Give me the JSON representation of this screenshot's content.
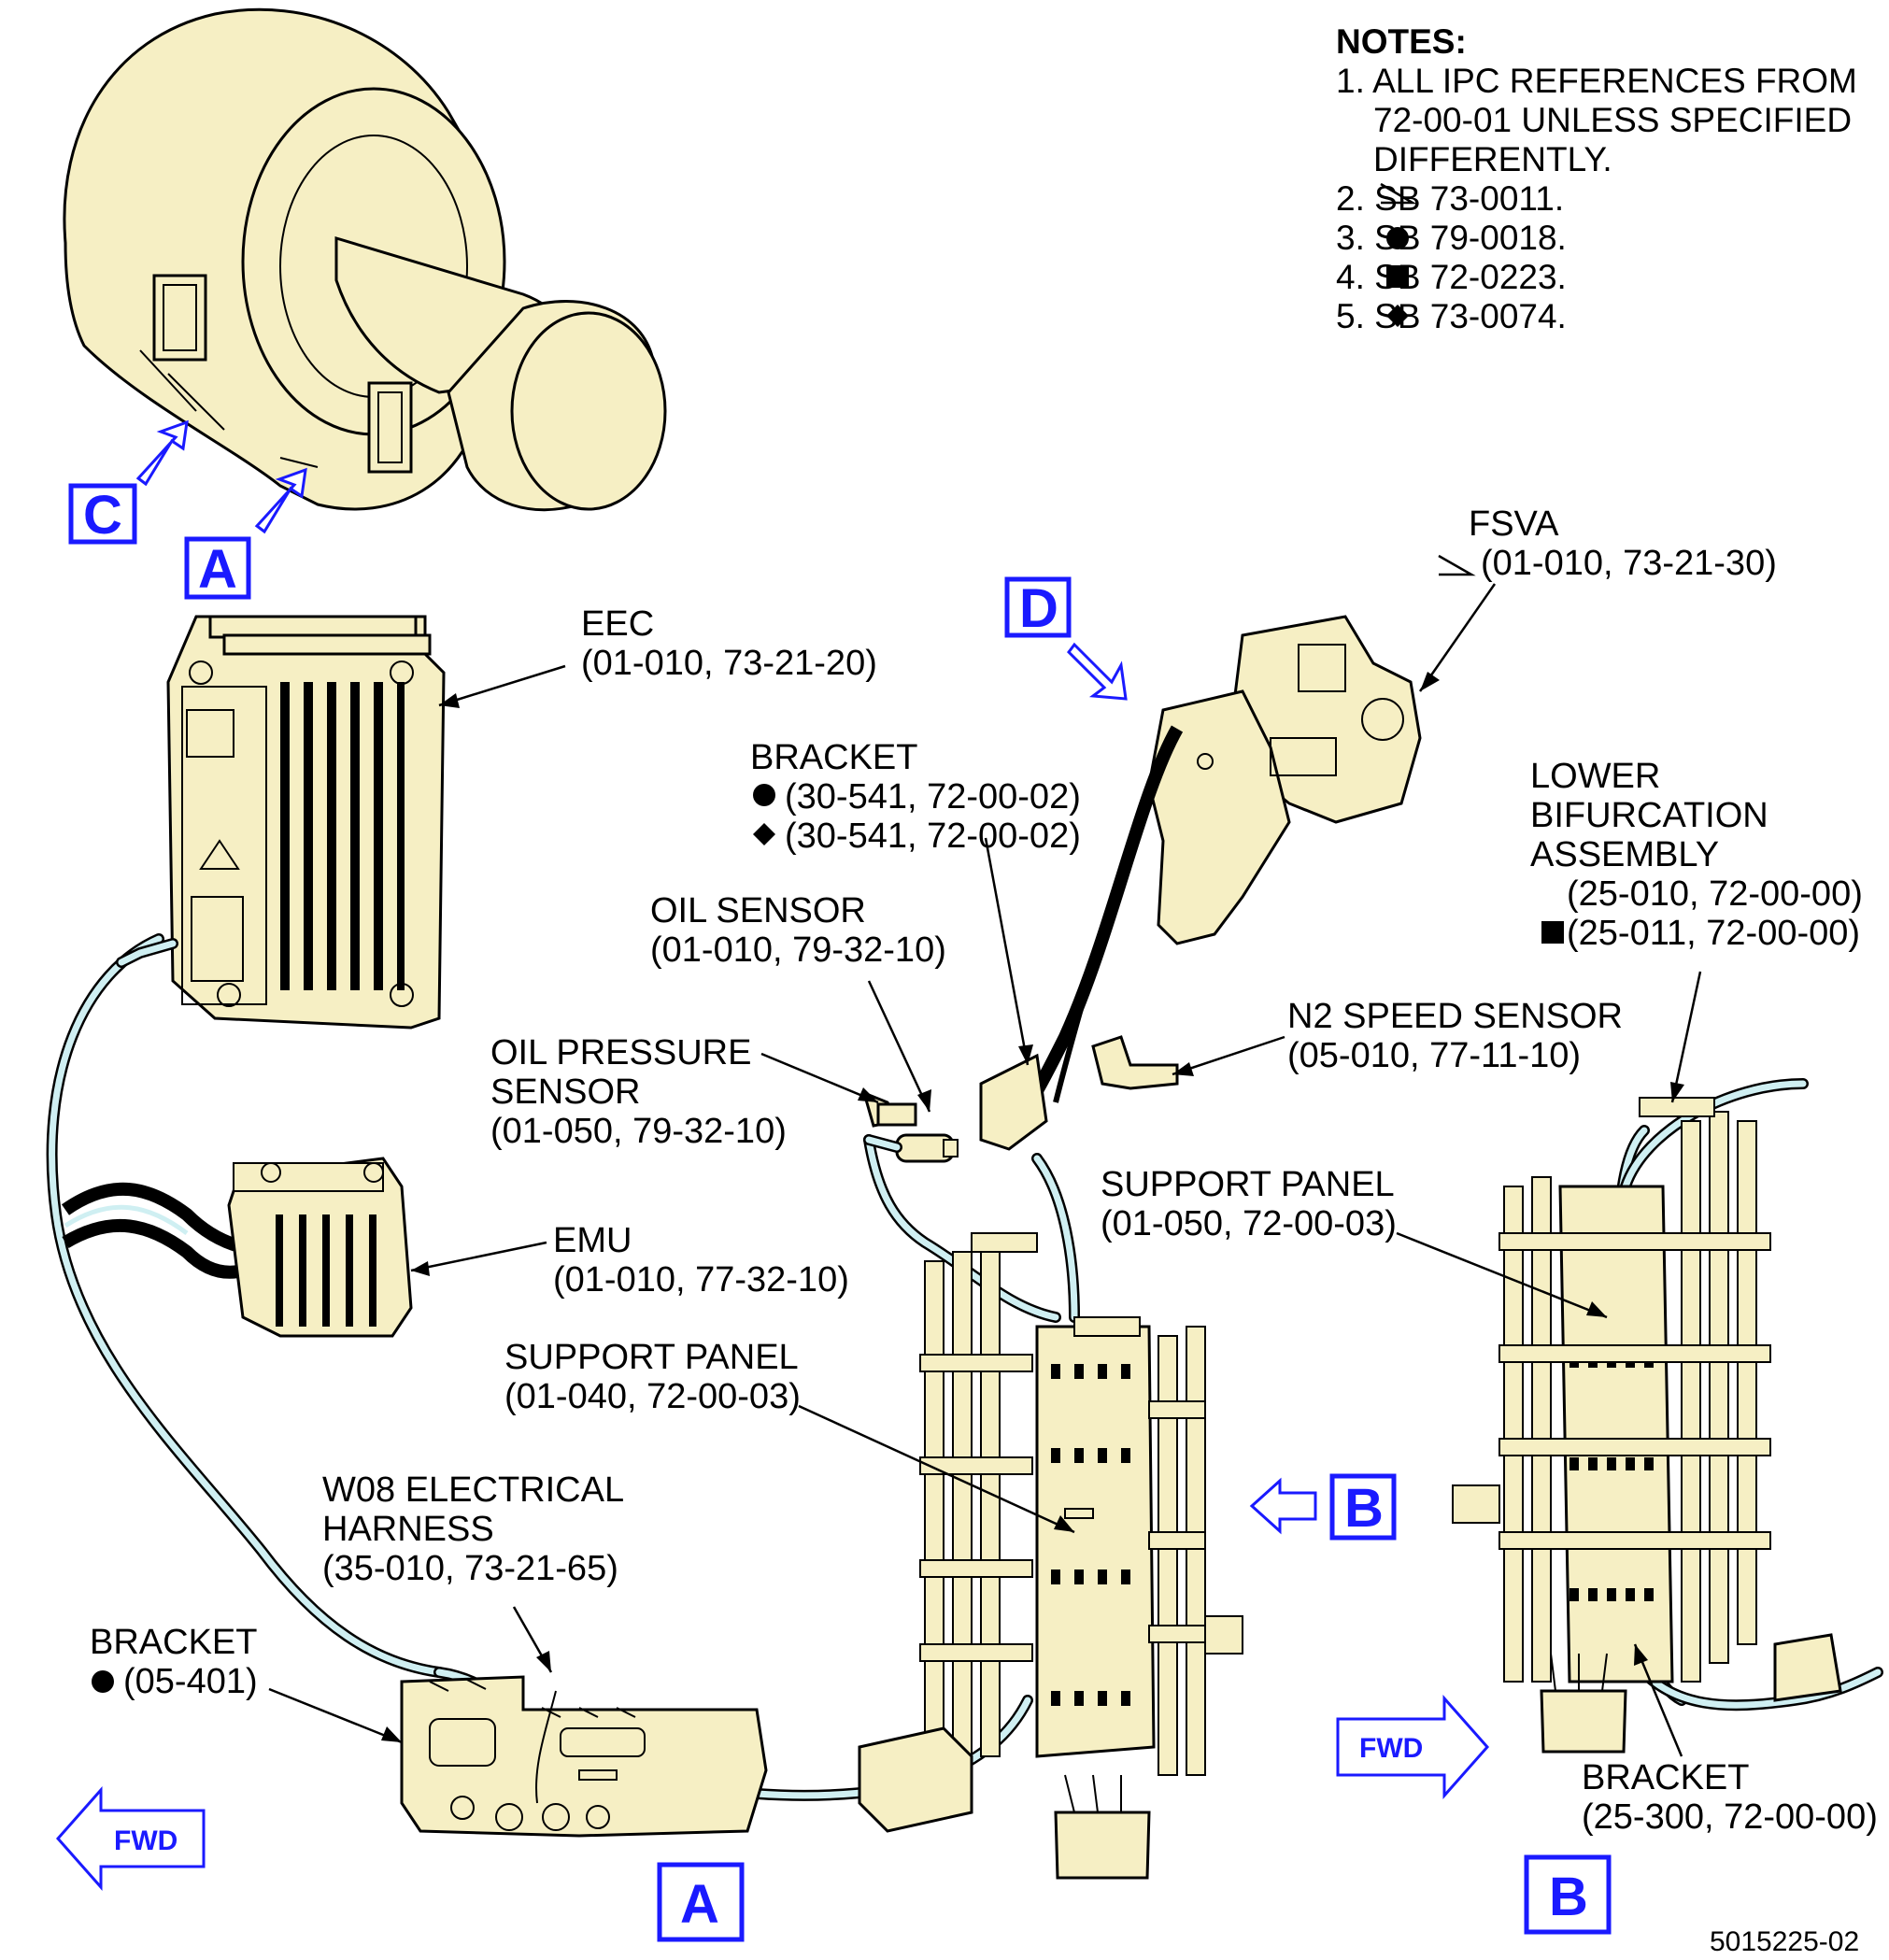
{
  "notes": {
    "title": "NOTES:",
    "lines": [
      "1. ALL IPC REFERENCES FROM",
      "72-00-01 UNLESS SPECIFIED",
      "DIFFERENTLY.",
      "2.   SB 73-0011.",
      "3.   SB 79-0018.",
      "4.   SB 72-0223.",
      "5.   SB 73-0074."
    ],
    "symbols": [
      "triangle-flag-icon",
      "circle-icon",
      "square-icon",
      "diamond-icon"
    ]
  },
  "labels": {
    "eec": [
      "EEC",
      "(01-010, 73-21-20)"
    ],
    "emu": [
      "EMU",
      "(01-010, 77-32-10)"
    ],
    "bracket_top": [
      "BRACKET",
      "(30-541, 72-00-02)",
      "(30-541, 72-00-02)"
    ],
    "oil_sensor": [
      "OIL SENSOR",
      "(01-010, 79-32-10)"
    ],
    "oil_pressure_sensor": [
      "OIL PRESSURE",
      "SENSOR",
      "(01-050, 79-32-10)"
    ],
    "fsva": [
      "FSVA",
      "(01-010, 73-21-30)"
    ],
    "lower_bifurcation": [
      "LOWER",
      "BIFURCATION",
      "ASSEMBLY",
      "(25-010, 72-00-00)",
      "(25-011, 72-00-00)"
    ],
    "n2_speed_sensor": [
      "N2 SPEED SENSOR",
      "(05-010, 77-11-10)"
    ],
    "support_panel_b": [
      "SUPPORT PANEL",
      "(01-050, 72-00-03)"
    ],
    "support_panel_a": [
      "SUPPORT PANEL",
      "(01-040, 72-00-03)"
    ],
    "w08_harness": [
      "W08 ELECTRICAL",
      "HARNESS",
      "(35-010, 73-21-65)"
    ],
    "bracket_left": [
      "BRACKET",
      "(05-401)"
    ],
    "bracket_b": [
      "BRACKET",
      "(25-300, 72-00-00)"
    ]
  },
  "view_refs": {
    "c_top": "C",
    "a_top": "A",
    "d": "D",
    "b_arrow": "B",
    "a_bottom": "A",
    "b_bottom": "B"
  },
  "fwd_left": "FWD",
  "fwd_right": "FWD",
  "figure_number": "5015225-02",
  "colors": {
    "component_fill": "#f6efc4",
    "hose_fill": "#cfeff2",
    "view_ref_blue": "#1a1aff"
  }
}
